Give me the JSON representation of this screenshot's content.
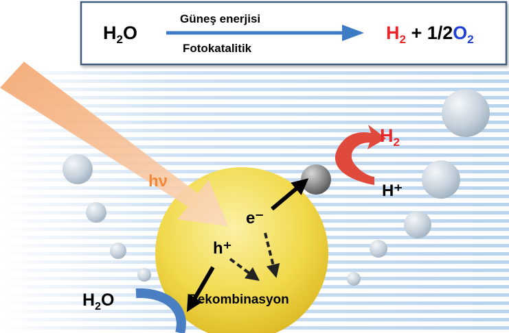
{
  "equation": {
    "reactant": {
      "main": "H",
      "sub": "2",
      "tail": "O"
    },
    "arrow_top_label": "Güneş enerjisi",
    "arrow_bottom_label": "Fotokatalitik",
    "product_h2": {
      "main": "H",
      "sub": "2"
    },
    "plus_text": " + 1/2",
    "product_o2": {
      "main": "O",
      "sub": "2"
    }
  },
  "diagram": {
    "light_label": "hν",
    "electron_label": "e⁻",
    "hole_label": "h⁺",
    "recombination_label": "Rekombinasyon",
    "h2_out": {
      "main": "H",
      "sub": "2"
    },
    "proton_label": "H⁺",
    "water_in": {
      "main": "H",
      "sub": "2",
      "tail": "O"
    }
  },
  "colors": {
    "red": "#e8262a",
    "blue": "#1f3fd6",
    "arrow_blue": "#3d7cc4",
    "particle_yellow": "#f1d94a",
    "light_orange": "#f6b98a"
  }
}
